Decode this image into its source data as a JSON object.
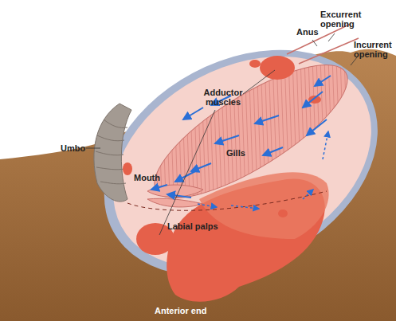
{
  "diagram": {
    "labels": [
      "Anus",
      "Excurrent opening",
      "Incurrent opening",
      "Adductor muscles",
      "Umbo",
      "Gills",
      "Mouth",
      "Labial palps",
      "Anterior end"
    ]
  }
}
